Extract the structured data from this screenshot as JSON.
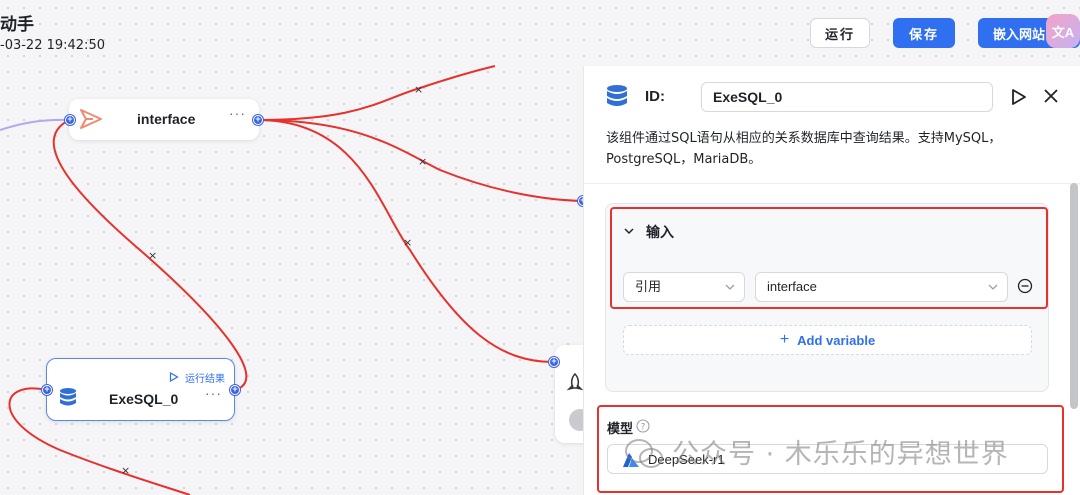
{
  "header": {
    "title": "动手",
    "timestamp": "-03-22 19:42:50",
    "run_label": "运行",
    "save_label": "保存",
    "embed_label": "嵌入网站",
    "translate_badge": "文A"
  },
  "canvas": {
    "nodes": {
      "interface": {
        "label": "interface",
        "more": "···"
      },
      "exesql": {
        "label": "ExeSQL_0",
        "run_result": "运行结果",
        "more": "···"
      }
    },
    "edge_marker": "×",
    "port_symbol": "+"
  },
  "panel": {
    "id_label": "ID:",
    "id_value": "ExeSQL_0",
    "description": "该组件通过SQL语句从相应的关系数据库中查询结果。支持MySQL，PostgreSQL，MariaDB。",
    "inputs": {
      "header": "输入",
      "ref_type": "引用",
      "ref_value": "interface",
      "add_variable": "Add variable"
    },
    "model": {
      "label": "模型",
      "value": "DeepSeek-r1"
    }
  },
  "watermark": "公众号 · 木乐乐的异想世界",
  "colors": {
    "primary": "#2f6ff0",
    "edge": "#e5322d",
    "highlight_box": "#e5322d",
    "port": "#3a63e6"
  }
}
